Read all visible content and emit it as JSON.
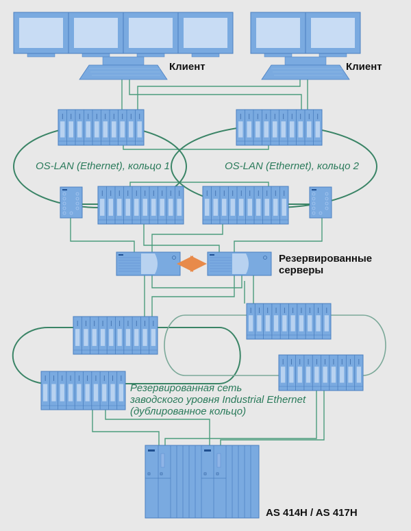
{
  "diagram": {
    "clients": [
      {
        "label": "Клиент",
        "monitors": 4
      },
      {
        "label": "Клиент",
        "monitors": 2
      }
    ],
    "os_lan": [
      {
        "label": "OS-LAN (Ethernet), кольцо 1"
      },
      {
        "label": "OS-LAN (Ethernet), кольцо 2"
      }
    ],
    "servers": {
      "label_line1": "Резервированные",
      "label_line2": "серверы"
    },
    "plant_bus": {
      "label_line1": "Резервированная сеть",
      "label_line2": "заводского уровня Industrial Ethernet",
      "label_line3": "(дублированное кольцо)"
    },
    "automation_system": {
      "label": "AS 414H / AS 417H"
    },
    "colors": {
      "device_fill": "#7aaae0",
      "device_light": "#c8dcf4",
      "device_stroke": "#4a7fc0",
      "wire": "#4a9c7c",
      "link_arrow": "#e88a4a",
      "background": "#e8e8e8"
    }
  }
}
